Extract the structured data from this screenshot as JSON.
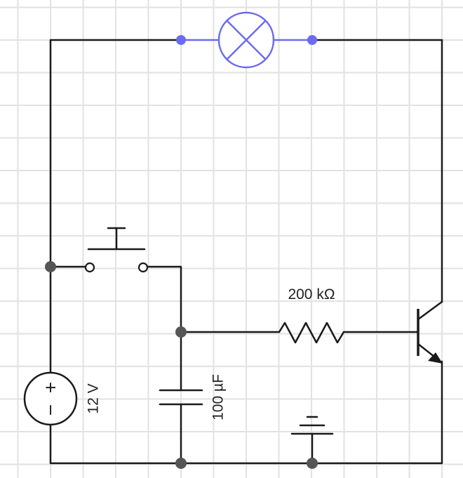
{
  "components": {
    "battery": {
      "voltage_label": "12 V",
      "plus": "+",
      "minus": "−"
    },
    "capacitor": {
      "value_label": "100 µF"
    },
    "resistor": {
      "value_label": "200 kΩ"
    },
    "lamp": {
      "state": "selected",
      "highlight_color": "#6b6bf0"
    }
  },
  "colors": {
    "wire": "#1a1a1a",
    "node": "#555555",
    "grid": "#e2e2e2",
    "selection": "#6b6bf0"
  }
}
